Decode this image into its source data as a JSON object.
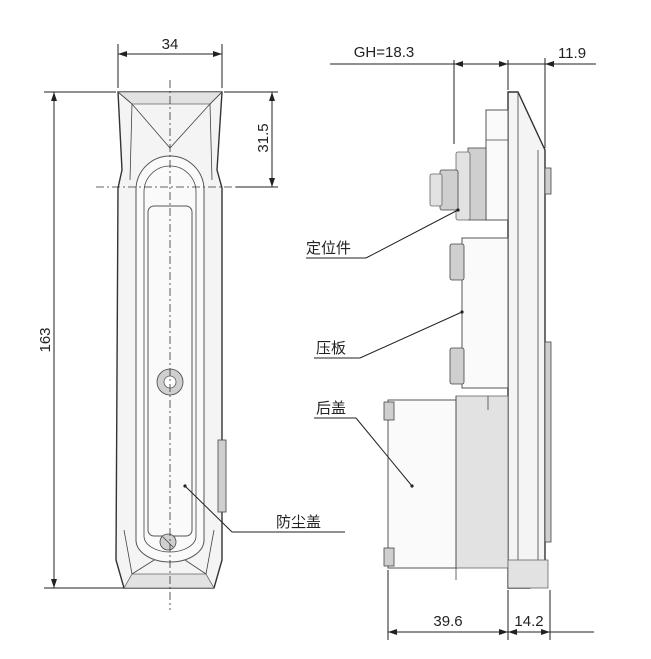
{
  "dimensions": {
    "width": "34",
    "height": "163",
    "upper_offset": "31.5",
    "gh": "GH=18.3",
    "depth_front": "11.9",
    "rear_depth": "39.6",
    "base_depth": "14.2"
  },
  "callouts": {
    "locating_part": "定位件",
    "pressure_plate": "压板",
    "rear_cover": "后盖",
    "dust_cover": "防尘盖"
  }
}
